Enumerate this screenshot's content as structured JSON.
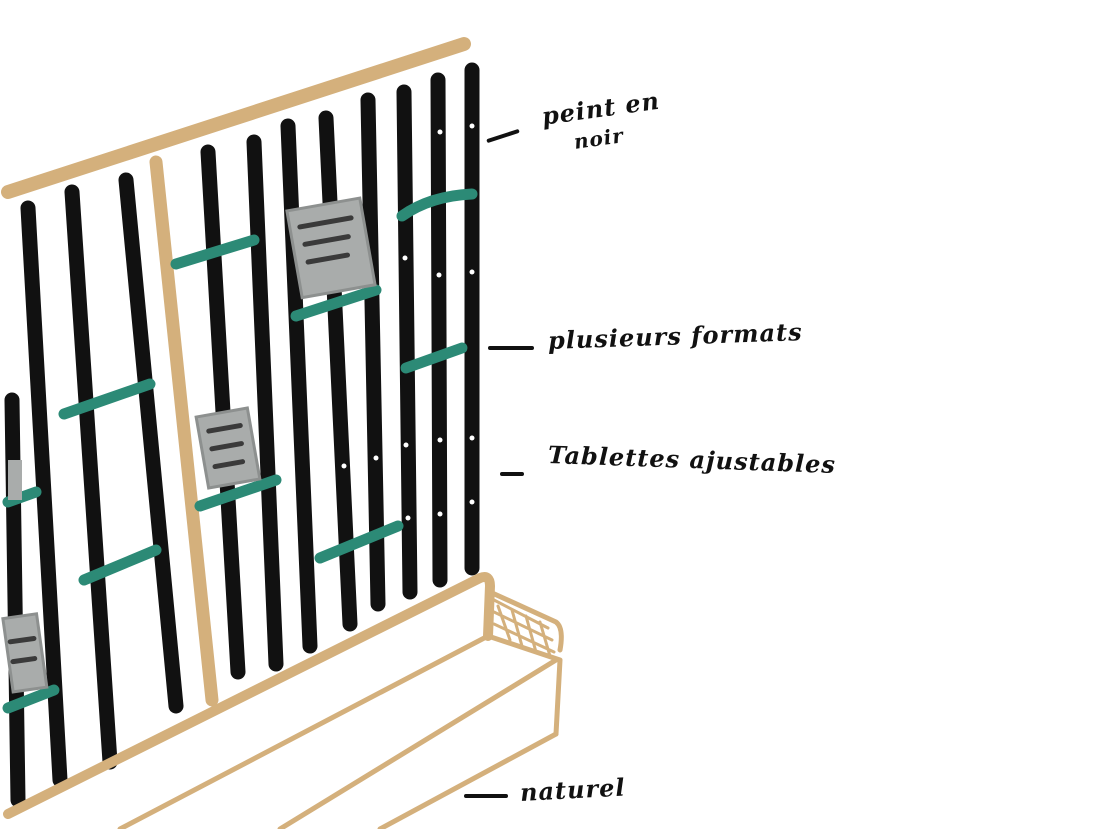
{
  "annotations": {
    "painted_black": {
      "line1": "peint en",
      "line2": "noir"
    },
    "formats": "plusieurs formats",
    "shelves": "Tablettes ajustables",
    "natural": "naturel"
  },
  "colors": {
    "wood": "#d4b07c",
    "slat": "#111111",
    "shelf": "#2c8a76",
    "card": "#a9acab",
    "ink": "#111111",
    "background": "#ffffff"
  }
}
